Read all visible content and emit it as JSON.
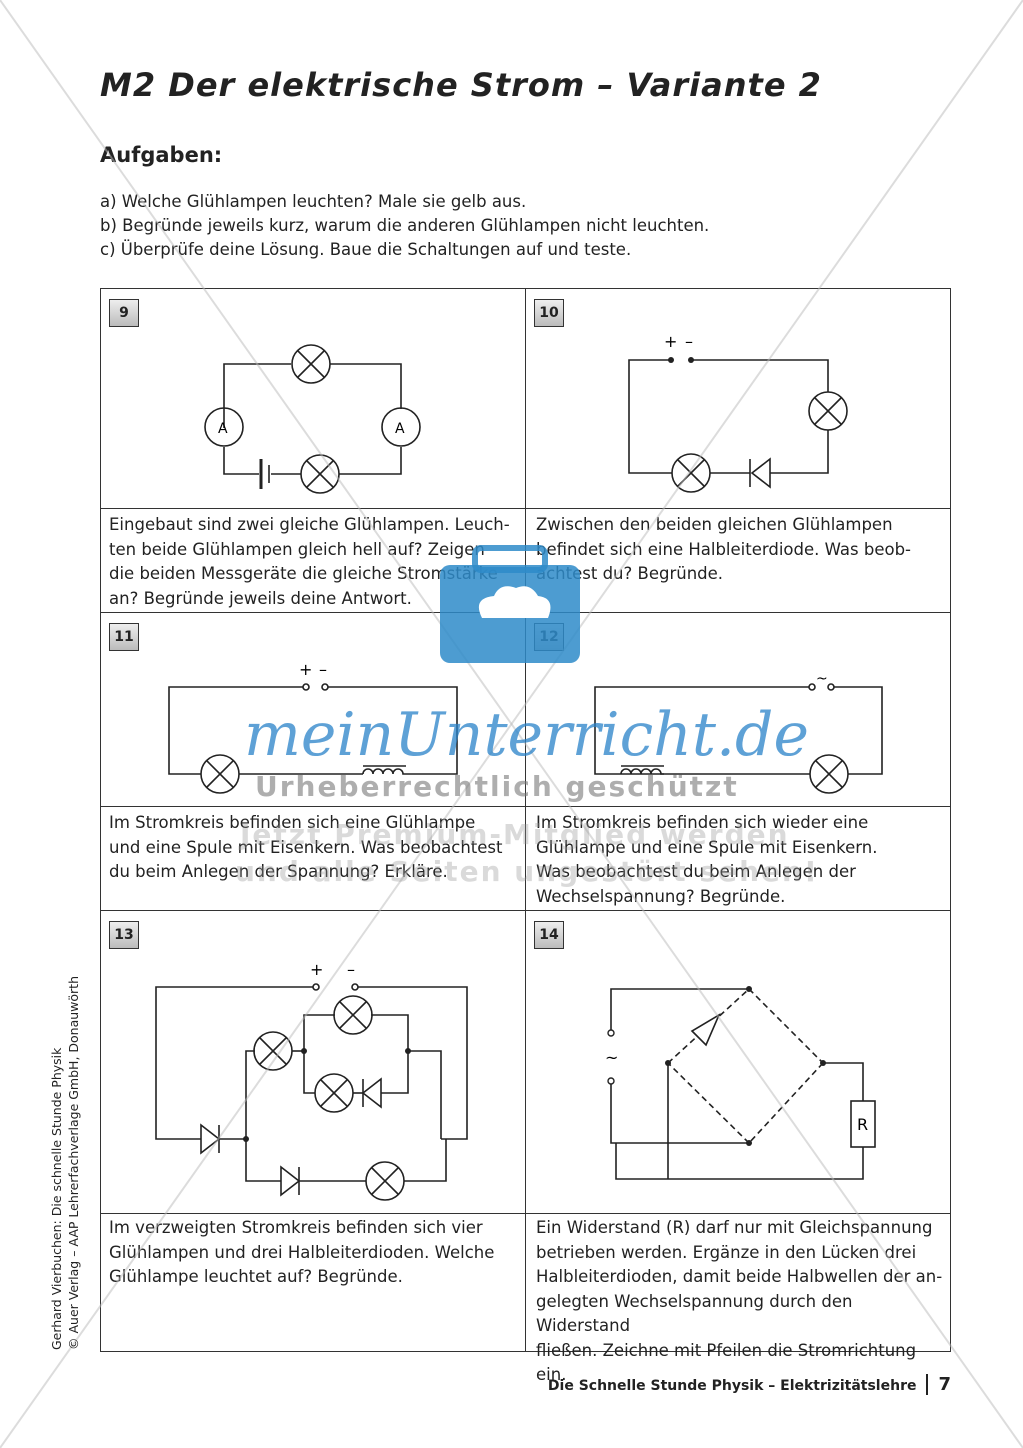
{
  "header": {
    "title": "M2 Der elektrische Strom – Variante 2",
    "subheading": "Aufgaben:",
    "tasks": [
      "a)  Welche Glühlampen leuchten? Male sie gelb aus.",
      "b)  Begründe jeweils kurz, warum die anderen Glühlampen nicht leuchten.",
      "c)  Überprüfe deine Lösung. Baue die Schaltungen auf und teste."
    ]
  },
  "cells": [
    {
      "num": "9",
      "lines": [
        "Eingebaut sind zwei gleiche Glühlampen. Leuch-",
        "ten beide Glühlampen gleich hell auf? Zeigen",
        "die beiden Messgeräte die gleiche Stromstärke",
        "an? Begründe jeweils deine Antwort."
      ],
      "labels": [
        "A",
        "A"
      ]
    },
    {
      "num": "10",
      "lines": [
        "Zwischen den beiden gleichen Glühlampen",
        "befindet sich eine Halbleiterdiode. Was beob-",
        "achtest du? Begründe."
      ],
      "labels": [
        "+",
        "–"
      ]
    },
    {
      "num": "11",
      "lines": [
        "Im Stromkreis befinden sich eine Glühlampe",
        "und eine Spule mit Eisenkern. Was beobachtest",
        "du beim Anlegen der Spannung? Erkläre."
      ],
      "labels": [
        "+",
        "–"
      ]
    },
    {
      "num": "12",
      "lines": [
        "Im Stromkreis befinden sich wieder eine",
        "Glühlampe und eine Spule mit Eisenkern.",
        "Was beobachtest du beim Anlegen der",
        "Wechselspannung? Begründe."
      ],
      "labels": [
        "~"
      ]
    },
    {
      "num": "13",
      "lines": [
        "Im verzweigten Stromkreis befinden sich vier",
        "Glühlampen und drei Halbleiterdioden. Welche",
        "Glühlampe leuchtet auf? Begründe."
      ],
      "labels": [
        "+",
        "–"
      ]
    },
    {
      "num": "14",
      "lines": [
        "Ein Widerstand (R) darf nur mit Gleichspannung",
        "betrieben werden. Ergänze in den Lücken drei",
        "Halbleiterdioden, damit beide Halbwellen der an-",
        "gelegten Wechselspannung durch den Widerstand",
        "fließen. Zeichne mit Pfeilen die Stromrichtung ein."
      ],
      "labels": [
        "~",
        "R"
      ]
    }
  ],
  "watermark": {
    "brand": "meinUnterricht.de",
    "line1": "Urheberrechtlich geschützt",
    "line2": "Jetzt Premium-Mitglied werden",
    "line3": "und alle Seiten ungestört sehen!"
  },
  "sidebar": {
    "line1": "Gerhard Vierbuchen: Die schnelle Stunde Physik",
    "line2": "© Auer Verlag – AAP Lehrerfachverlage GmbH, Donauwörth"
  },
  "footer": {
    "text": "Die Schnelle Stunde Physik – Elektrizitätslehre",
    "page": "7"
  },
  "colors": {
    "watermark_blue": "#2e8bc9",
    "text": "#222222"
  }
}
